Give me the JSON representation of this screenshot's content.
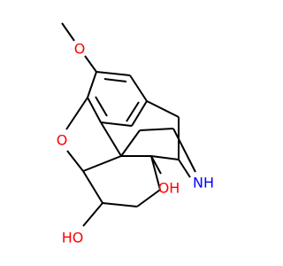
{
  "molecule": {
    "atoms": {
      "methoxy_o": {
        "label": "O",
        "color": "#ff0000"
      },
      "furan_o": {
        "label": "O",
        "color": "#ff0000"
      },
      "hydroxyl_left": {
        "label": "HO",
        "color": "#ff0000"
      },
      "hydroxyl_right": {
        "label": "OH",
        "color": "#ff0000"
      },
      "amine_n": {
        "label": "NH",
        "color": "#0000ff"
      }
    },
    "bond_color": "#000000"
  }
}
